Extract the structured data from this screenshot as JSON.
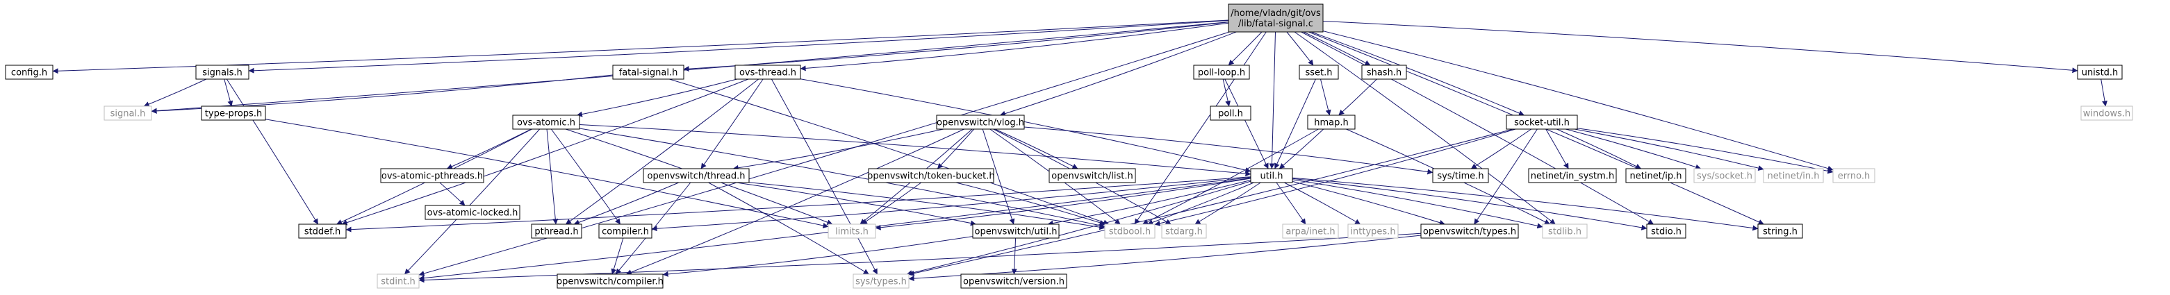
{
  "graph": {
    "nodes": [
      {
        "id": "root",
        "lines": [
          "/home/vladn/git/ovs",
          "/lib/fatal-signal.c"
        ],
        "style": "root"
      },
      {
        "id": "config_h",
        "lines": [
          "config.h"
        ],
        "style": "normal"
      },
      {
        "id": "signals_h",
        "lines": [
          "signals.h"
        ],
        "style": "normal"
      },
      {
        "id": "signal_h",
        "lines": [
          "signal.h"
        ],
        "style": "system"
      },
      {
        "id": "type_props_h",
        "lines": [
          "type-props.h"
        ],
        "style": "normal"
      },
      {
        "id": "fatal_signal_h",
        "lines": [
          "fatal-signal.h"
        ],
        "style": "normal"
      },
      {
        "id": "ovs_thread_h",
        "lines": [
          "ovs-thread.h"
        ],
        "style": "normal"
      },
      {
        "id": "ovs_atomic_h",
        "lines": [
          "ovs-atomic.h"
        ],
        "style": "normal"
      },
      {
        "id": "ovs_atomic_pthreads_h",
        "lines": [
          "ovs-atomic-pthreads.h"
        ],
        "style": "normal"
      },
      {
        "id": "ovs_atomic_locked_h",
        "lines": [
          "ovs-atomic-locked.h"
        ],
        "style": "normal"
      },
      {
        "id": "stddef_h",
        "lines": [
          "stddef.h"
        ],
        "style": "normal"
      },
      {
        "id": "pthread_h",
        "lines": [
          "pthread.h"
        ],
        "style": "normal"
      },
      {
        "id": "compiler_h",
        "lines": [
          "compiler.h"
        ],
        "style": "normal"
      },
      {
        "id": "ovs_compiler_h",
        "lines": [
          "openvswitch/compiler.h"
        ],
        "style": "normal"
      },
      {
        "id": "ovs_thread_h2",
        "lines": [
          "openvswitch/thread.h"
        ],
        "style": "normal"
      },
      {
        "id": "limits_h",
        "lines": [
          "limits.h"
        ],
        "style": "system"
      },
      {
        "id": "stdint_h",
        "lines": [
          "stdint.h"
        ],
        "style": "system"
      },
      {
        "id": "sys_types_h",
        "lines": [
          "sys/types.h"
        ],
        "style": "system"
      },
      {
        "id": "vlog_h",
        "lines": [
          "openvswitch/vlog.h"
        ],
        "style": "normal"
      },
      {
        "id": "token_bucket_h",
        "lines": [
          "openvswitch/token-bucket.h"
        ],
        "style": "normal"
      },
      {
        "id": "list_h",
        "lines": [
          "openvswitch/list.h"
        ],
        "style": "normal"
      },
      {
        "id": "ovs_util_h",
        "lines": [
          "openvswitch/util.h"
        ],
        "style": "normal"
      },
      {
        "id": "ovs_version_h",
        "lines": [
          "openvswitch/version.h"
        ],
        "style": "normal"
      },
      {
        "id": "stdbool_h",
        "lines": [
          "stdbool.h"
        ],
        "style": "system"
      },
      {
        "id": "stdarg_h",
        "lines": [
          "stdarg.h"
        ],
        "style": "system"
      },
      {
        "id": "poll_loop_h",
        "lines": [
          "poll-loop.h"
        ],
        "style": "normal"
      },
      {
        "id": "poll_h",
        "lines": [
          "poll.h"
        ],
        "style": "normal"
      },
      {
        "id": "util_h",
        "lines": [
          "util.h"
        ],
        "style": "normal"
      },
      {
        "id": "arpa_inet_h",
        "lines": [
          "arpa/inet.h"
        ],
        "style": "system"
      },
      {
        "id": "inttypes_h",
        "lines": [
          "inttypes.h"
        ],
        "style": "system"
      },
      {
        "id": "ovs_types_h",
        "lines": [
          "openvswitch/types.h"
        ],
        "style": "normal"
      },
      {
        "id": "stdlib_h",
        "lines": [
          "stdlib.h"
        ],
        "style": "system"
      },
      {
        "id": "stdio_h",
        "lines": [
          "stdio.h"
        ],
        "style": "normal"
      },
      {
        "id": "string_h",
        "lines": [
          "string.h"
        ],
        "style": "normal"
      },
      {
        "id": "sset_h",
        "lines": [
          "sset.h"
        ],
        "style": "normal"
      },
      {
        "id": "hmap_h",
        "lines": [
          "hmap.h"
        ],
        "style": "normal"
      },
      {
        "id": "shash_h",
        "lines": [
          "shash.h"
        ],
        "style": "normal"
      },
      {
        "id": "sys_time_h",
        "lines": [
          "sys/time.h"
        ],
        "style": "normal"
      },
      {
        "id": "socket_util_h",
        "lines": [
          "socket-util.h"
        ],
        "style": "normal"
      },
      {
        "id": "netinet_in_systm_h",
        "lines": [
          "netinet/in_systm.h"
        ],
        "style": "normal"
      },
      {
        "id": "netinet_ip_h",
        "lines": [
          "netinet/ip.h"
        ],
        "style": "normal"
      },
      {
        "id": "sys_socket_h",
        "lines": [
          "sys/socket.h"
        ],
        "style": "system"
      },
      {
        "id": "netinet_in_h",
        "lines": [
          "netinet/in.h"
        ],
        "style": "system"
      },
      {
        "id": "errno_h",
        "lines": [
          "errno.h"
        ],
        "style": "system"
      },
      {
        "id": "unistd_h",
        "lines": [
          "unistd.h"
        ],
        "style": "normal"
      },
      {
        "id": "windows_h",
        "lines": [
          "windows.h"
        ],
        "style": "system"
      }
    ],
    "edges": [
      [
        "root",
        "config_h"
      ],
      [
        "root",
        "signals_h"
      ],
      [
        "root",
        "signal_h"
      ],
      [
        "root",
        "fatal_signal_h"
      ],
      [
        "root",
        "ovs_thread_h"
      ],
      [
        "root",
        "vlog_h"
      ],
      [
        "root",
        "poll_loop_h"
      ],
      [
        "root",
        "util_h"
      ],
      [
        "root",
        "sset_h"
      ],
      [
        "root",
        "shash_h"
      ],
      [
        "root",
        "socket_util_h"
      ],
      [
        "root",
        "errno_h"
      ],
      [
        "root",
        "unistd_h"
      ],
      [
        "root",
        "stdio_h"
      ],
      [
        "root",
        "stdlib_h"
      ],
      [
        "root",
        "string_h"
      ],
      [
        "root",
        "stdint_h"
      ],
      [
        "root",
        "stdbool_h"
      ],
      [
        "signals_h",
        "signal_h"
      ],
      [
        "signals_h",
        "type_props_h"
      ],
      [
        "signals_h",
        "stddef_h"
      ],
      [
        "type_props_h",
        "limits_h"
      ],
      [
        "fatal_signal_h",
        "stdbool_h"
      ],
      [
        "fatal_signal_h",
        "signal_h"
      ],
      [
        "ovs_thread_h",
        "ovs_atomic_h"
      ],
      [
        "ovs_thread_h",
        "ovs_thread_h2"
      ],
      [
        "ovs_thread_h",
        "pthread_h"
      ],
      [
        "ovs_thread_h",
        "stddef_h"
      ],
      [
        "ovs_thread_h",
        "sys_types_h"
      ],
      [
        "ovs_thread_h",
        "util_h"
      ],
      [
        "ovs_atomic_h",
        "ovs_atomic_pthreads_h"
      ],
      [
        "ovs_atomic_h",
        "limits_h"
      ],
      [
        "ovs_atomic_h",
        "pthread_h"
      ],
      [
        "ovs_atomic_h",
        "stdbool_h"
      ],
      [
        "ovs_atomic_h",
        "stddef_h"
      ],
      [
        "ovs_atomic_h",
        "stdint_h"
      ],
      [
        "ovs_atomic_h",
        "compiler_h"
      ],
      [
        "ovs_atomic_h",
        "util_h"
      ],
      [
        "ovs_atomic_pthreads_h",
        "ovs_atomic_locked_h"
      ],
      [
        "compiler_h",
        "ovs_compiler_h"
      ],
      [
        "ovs_thread_h2",
        "pthread_h"
      ],
      [
        "ovs_thread_h2",
        "stdbool_h"
      ],
      [
        "ovs_thread_h2",
        "sys_types_h"
      ],
      [
        "ovs_thread_h2",
        "ovs_compiler_h"
      ],
      [
        "ovs_thread_h2",
        "ovs_util_h"
      ],
      [
        "vlog_h",
        "limits_h"
      ],
      [
        "vlog_h",
        "stdarg_h"
      ],
      [
        "vlog_h",
        "stdbool_h"
      ],
      [
        "vlog_h",
        "token_bucket_h"
      ],
      [
        "vlog_h",
        "list_h"
      ],
      [
        "vlog_h",
        "ovs_thread_h2"
      ],
      [
        "vlog_h",
        "ovs_util_h"
      ],
      [
        "vlog_h",
        "ovs_compiler_h"
      ],
      [
        "vlog_h",
        "sys_time_h"
      ],
      [
        "token_bucket_h",
        "limits_h"
      ],
      [
        "token_bucket_h",
        "stdbool_h"
      ],
      [
        "ovs_util_h",
        "ovs_version_h"
      ],
      [
        "ovs_util_h",
        "ovs_compiler_h"
      ],
      [
        "poll_loop_h",
        "poll_h"
      ],
      [
        "poll_loop_h",
        "util_h"
      ],
      [
        "util_h",
        "arpa_inet_h"
      ],
      [
        "util_h",
        "inttypes_h"
      ],
      [
        "util_h",
        "limits_h"
      ],
      [
        "util_h",
        "stdarg_h"
      ],
      [
        "util_h",
        "stdbool_h"
      ],
      [
        "util_h",
        "stddef_h"
      ],
      [
        "util_h",
        "stdint_h"
      ],
      [
        "util_h",
        "stdio_h"
      ],
      [
        "util_h",
        "stdlib_h"
      ],
      [
        "util_h",
        "string_h"
      ],
      [
        "util_h",
        "compiler_h"
      ],
      [
        "util_h",
        "ovs_util_h"
      ],
      [
        "util_h",
        "ovs_types_h"
      ],
      [
        "util_h",
        "sys_types_h"
      ],
      [
        "ovs_types_h",
        "sys_types_h"
      ],
      [
        "ovs_types_h",
        "stdint_h"
      ],
      [
        "sset_h",
        "hmap_h"
      ],
      [
        "sset_h",
        "util_h"
      ],
      [
        "shash_h",
        "hmap_h"
      ],
      [
        "hmap_h",
        "stdbool_h"
      ],
      [
        "hmap_h",
        "stdlib_h"
      ],
      [
        "hmap_h",
        "util_h"
      ],
      [
        "socket_util_h",
        "sys_socket_h"
      ],
      [
        "socket_util_h",
        "netinet_in_h"
      ],
      [
        "socket_util_h",
        "stdbool_h"
      ],
      [
        "socket_util_h",
        "ovs_types_h"
      ],
      [
        "socket_util_h",
        "netinet_in_systm_h"
      ],
      [
        "socket_util_h",
        "netinet_ip_h"
      ],
      [
        "socket_util_h",
        "sys_time_h"
      ],
      [
        "socket_util_h",
        "errno_h"
      ],
      [
        "socket_util_h",
        "sys_types_h"
      ],
      [
        "unistd_h",
        "windows_h"
      ]
    ]
  }
}
